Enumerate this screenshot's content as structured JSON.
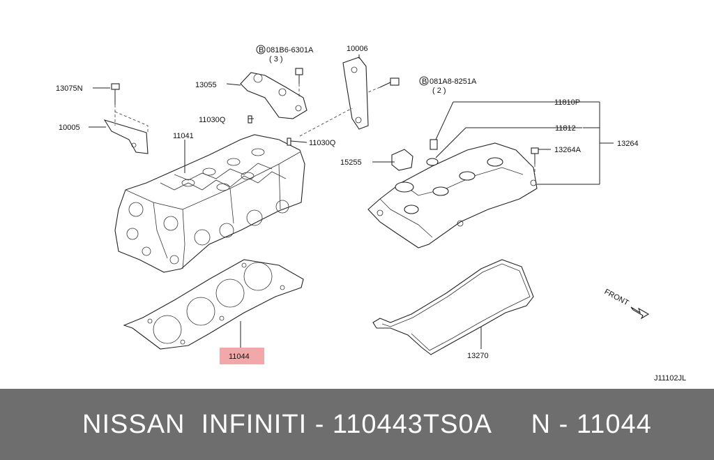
{
  "diagram": {
    "code": "J11102JL",
    "front_label": "FRONT",
    "highlight_color": "#f2a8a8",
    "parts": [
      {
        "id": "13075N"
      },
      {
        "id": "10005"
      },
      {
        "id": "081B6-6301A",
        "qty": "( 3 )"
      },
      {
        "id": "13055"
      },
      {
        "id": "10006"
      },
      {
        "id": "081A8-8251A",
        "qty": "( 2 )"
      },
      {
        "id": "11030Q"
      },
      {
        "id": "11030Q"
      },
      {
        "id": "11041"
      },
      {
        "id": "11810P"
      },
      {
        "id": "11812"
      },
      {
        "id": "13264"
      },
      {
        "id": "15255"
      },
      {
        "id": "13264A"
      },
      {
        "id": "13270"
      },
      {
        "id": "11044"
      }
    ]
  },
  "footer": {
    "brand": "NISSAN  INFINITI",
    "sep1": " - ",
    "part_number": "110443TS0A",
    "code": "N - 11044"
  }
}
